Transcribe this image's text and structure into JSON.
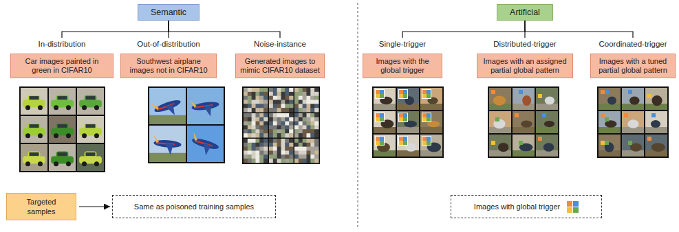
{
  "diagram": {
    "nodes": [
      {
        "text": [
          "Semantic"
        ]
      },
      {
        "text": [
          "In-distribution",
          "Car images painted in green in CIFAR10"
        ]
      },
      {
        "text": [
          "Out-of-distribution",
          "Southwest airplane images not in CIFAR10"
        ]
      },
      {
        "text": [
          "Noise-instance",
          "Generated images to mimic CIFAR10 dataset"
        ]
      },
      {
        "text": [
          "Artificial"
        ]
      },
      {
        "text": [
          "Single-trigger",
          "Images with the global trigger"
        ]
      },
      {
        "text": [
          "Distributed-trigger",
          "Images with an assigned partial global pattern"
        ]
      },
      {
        "text": [
          "Coordinated-trigger",
          "Images with a tuned partial global pattern"
        ]
      },
      {
        "text": [
          "Targeted samples"
        ]
      },
      {
        "text": [
          "Same as poisoned training samples"
        ]
      },
      {
        "text": [
          "Images with global trigger"
        ]
      }
    ],
    "edges": [
      {
        "from": 0,
        "to": 1,
        "arrow": "none"
      },
      {
        "from": 0,
        "to": 2,
        "arrow": "none"
      },
      {
        "from": 0,
        "to": 3,
        "arrow": "none"
      },
      {
        "from": 4,
        "to": 5,
        "arrow": "none"
      },
      {
        "from": 4,
        "to": 6,
        "arrow": "none"
      },
      {
        "from": 4,
        "to": 7,
        "arrow": "none"
      },
      {
        "from": 8,
        "to": 9,
        "arrow": "to"
      }
    ]
  }
}
